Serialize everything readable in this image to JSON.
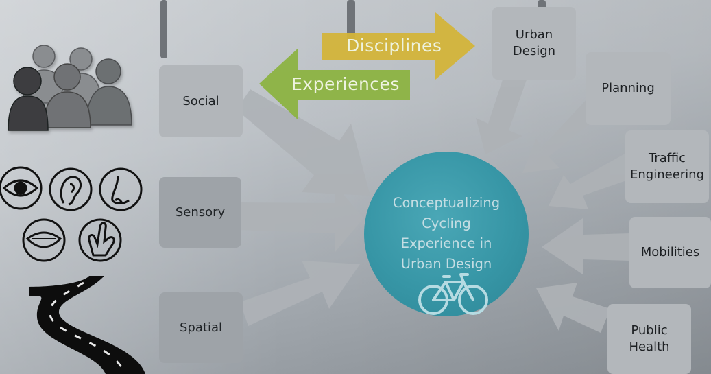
{
  "colors": {
    "background": "#b9bdc2",
    "box": "#b2b6ba",
    "circle": "#3796a6",
    "disciplines_arrow": "#d3b43a",
    "experiences_arrow": "#8cb342",
    "flow_arrows": "#aeb2b6"
  },
  "diagram": {
    "center_label": "Conceptualizing\nCycling\nExperience in\nUrban Design",
    "disciplines_arrow_label": "Disciplines",
    "experiences_arrow_label": "Experiences",
    "experiences": [
      {
        "label": "Social",
        "icon": "people-group-icon"
      },
      {
        "label": "Sensory",
        "icon": "five-senses-icon"
      },
      {
        "label": "Spatial",
        "icon": "road-icon"
      }
    ],
    "disciplines": [
      {
        "label": "Urban\nDesign"
      },
      {
        "label": "Planning"
      },
      {
        "label": "Traffic\nEngineering"
      },
      {
        "label": "Mobilities"
      },
      {
        "label": "Public\nHealth"
      }
    ],
    "center_icon": "bicycle-icon"
  }
}
